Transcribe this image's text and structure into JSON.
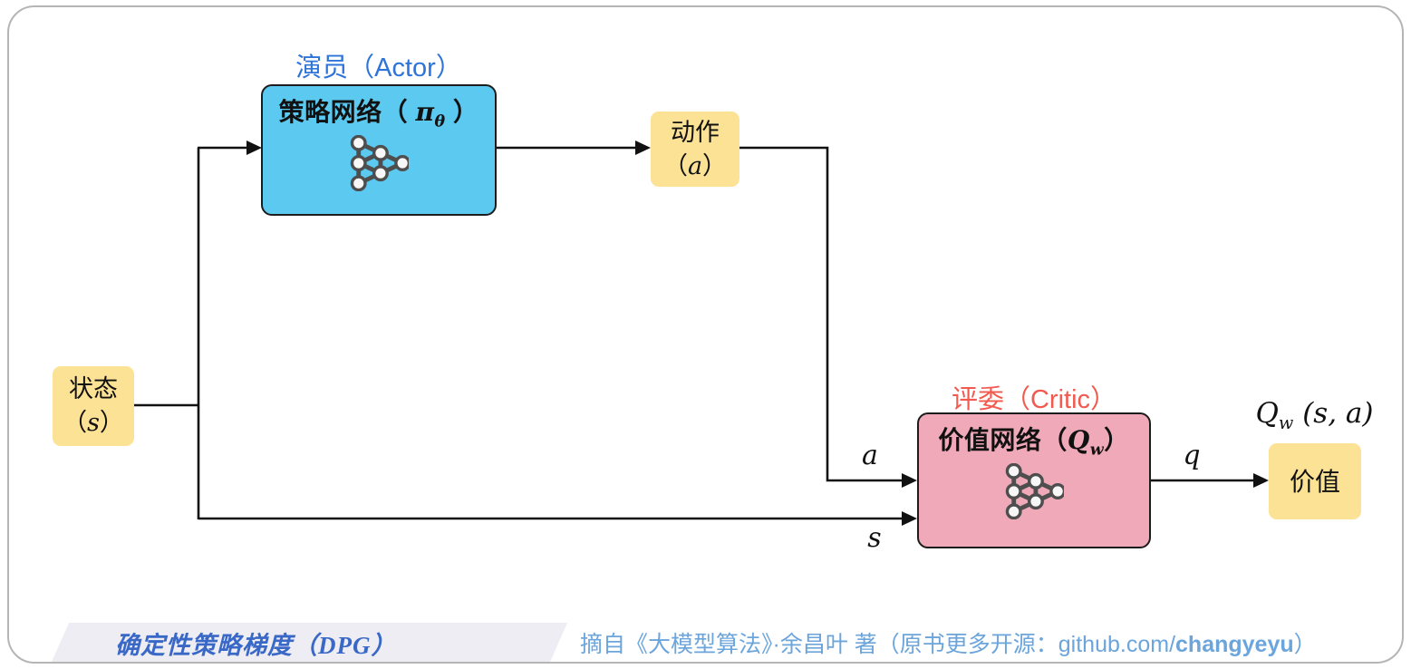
{
  "diagram": {
    "actor_section": {
      "label": "演员（Actor）",
      "box_title_prefix": "策略网络（ ",
      "box_symbol": "π",
      "box_symbol_sub": "θ",
      "box_title_suffix": " ）"
    },
    "critic_section": {
      "label": "评委（Critic）",
      "box_title_prefix": "价值网络（",
      "box_symbol": "Q",
      "box_symbol_sub": "w",
      "box_title_suffix": "）"
    },
    "state_box": {
      "line1": "状态",
      "open": "（",
      "symbol": "s",
      "close": "）"
    },
    "action_box": {
      "line1": "动作",
      "open": "（",
      "symbol": "a",
      "close": "）"
    },
    "value_box": {
      "label": "价值"
    },
    "formula": {
      "symbol": "Q",
      "sub": "w",
      "rest": " (s, a)"
    },
    "edge_labels": {
      "action_in": "a",
      "state_in": "s",
      "q_out": "q"
    },
    "colors": {
      "actor_box_fill": "#5BC9F0",
      "critic_box_fill": "#F0A9B9",
      "io_box_fill": "#FBE294",
      "actor_label_color": "#2E74D9",
      "critic_label_color": "#F2594F",
      "wire_color": "#111111",
      "footer_title_color": "#3A68C6",
      "attribution_color": "#6BA5DC"
    }
  },
  "footer": {
    "title": "确定性策略梯度（DPG）",
    "attribution_prefix": "摘自《大模型算法》·余昌叶 著（原书更多开源：github.com/",
    "attribution_bold": "changyeyu",
    "attribution_suffix": "）"
  }
}
